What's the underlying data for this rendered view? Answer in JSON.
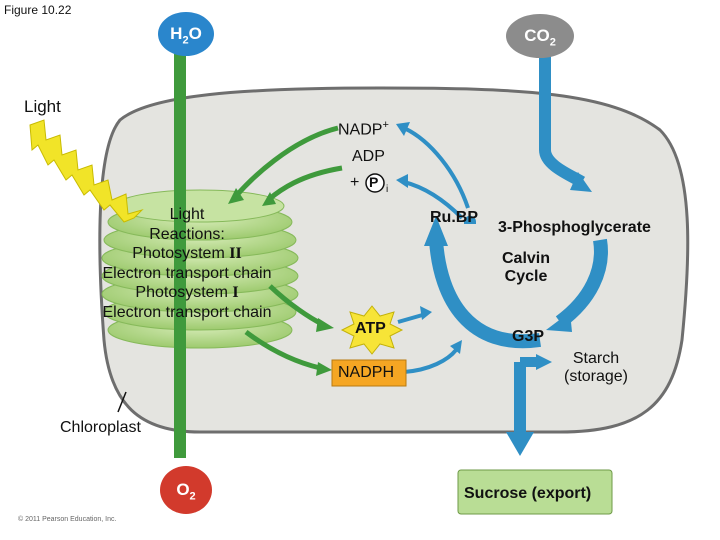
{
  "figure_label": "Figure 10.22",
  "colors": {
    "chloroplast_fill": "#e4e4e0",
    "chloroplast_stroke": "#6e6e6e",
    "thylakoid_green": "#b6d98b",
    "arrow_green": "#3f9a3c",
    "arrow_blue": "#2f8fc5",
    "sucrose_box": "#b9dd95",
    "atp_star": "#f7e437",
    "lightning": "#f1e428",
    "node_blue": "#2a86cc",
    "co2_node": "#8c8c8c",
    "o2_node": "#d23a2c"
  },
  "inputs": {
    "water": {
      "main": "H",
      "sub": "2",
      "rest": "O"
    },
    "carbon_dioxide": {
      "main": "CO",
      "sub": "2"
    },
    "light": "Light"
  },
  "outputs": {
    "oxygen": {
      "main": "O",
      "sub": "2"
    },
    "sucrose": "Sucrose (export)",
    "starch_line1": "Starch",
    "starch_line2": "(storage)"
  },
  "light_reactions": {
    "line1": "Light",
    "line2": "Reactions:",
    "line3_text": "Photosystem ",
    "line3_roman": "II",
    "line4": "Electron transport chain",
    "line5_text": "Photosystem ",
    "line5_roman": "I",
    "line6": "Electron transport chain"
  },
  "molecules": {
    "nadp_plus": {
      "main": "NADP",
      "sup": "+"
    },
    "adp": "ADP",
    "plus": "+",
    "p_circle": "P",
    "p_sub": "i",
    "atp": "ATP",
    "nadph": "NADPH",
    "rubp": "Ru.BP",
    "pga": "3-Phosphoglycerate",
    "g3p": "G3P"
  },
  "calvin": {
    "line1": "Calvin",
    "line2": "Cycle"
  },
  "chloroplast_label": "Chloroplast",
  "copyright": "© 2011 Pearson Education, Inc."
}
